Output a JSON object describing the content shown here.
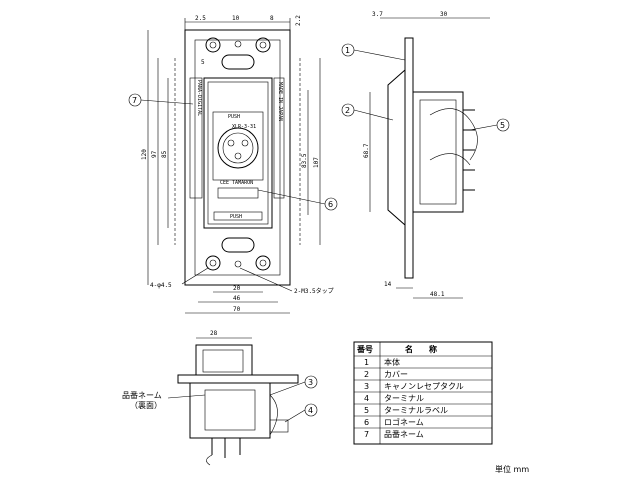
{
  "front_dims": {
    "d_2_5": "2.5",
    "d_10_top": "10",
    "d_8": "8",
    "d_2_2": "2.2",
    "d_5": "5",
    "d_120": "120",
    "d_97": "97",
    "d_85": "85",
    "d_83_5": "83.5",
    "d_107": "107",
    "d_20": "20",
    "d_46": "46",
    "d_70": "70",
    "holes": "4-φ4.5",
    "tap": "2-M3.5タップ"
  },
  "plate_text": {
    "side_vertical": "PANA-DIGITAL",
    "made": "MADE IN JAPAN",
    "push_top": "PUSH",
    "push_bottom": "PUSH",
    "small1": "XLR-3-31",
    "small2": "CEE TAMARON"
  },
  "side_dims": {
    "d_3_7": "3.7",
    "d_30": "30",
    "d_68_7": "68.7",
    "d_14": "14",
    "d_48_1": "48.1"
  },
  "bottom_dims": {
    "d_28": "28"
  },
  "callouts": {
    "c1": "1",
    "c2": "2",
    "c3": "3",
    "c4": "4",
    "c5": "5",
    "c6": "6",
    "c7": "7",
    "nameplate": "品番ネーム",
    "nameplate_sub": "（裏面）"
  },
  "parts_table": {
    "headers": [
      "番号",
      "名　　称"
    ],
    "rows": [
      [
        "1",
        "本体"
      ],
      [
        "2",
        "カバー"
      ],
      [
        "3",
        "キャノンレセプタクル"
      ],
      [
        "4",
        "ターミナル"
      ],
      [
        "5",
        "ターミナルラベル"
      ],
      [
        "6",
        "ロゴネーム"
      ],
      [
        "7",
        "品番ネーム"
      ]
    ]
  },
  "unit_label": "単位 mm"
}
